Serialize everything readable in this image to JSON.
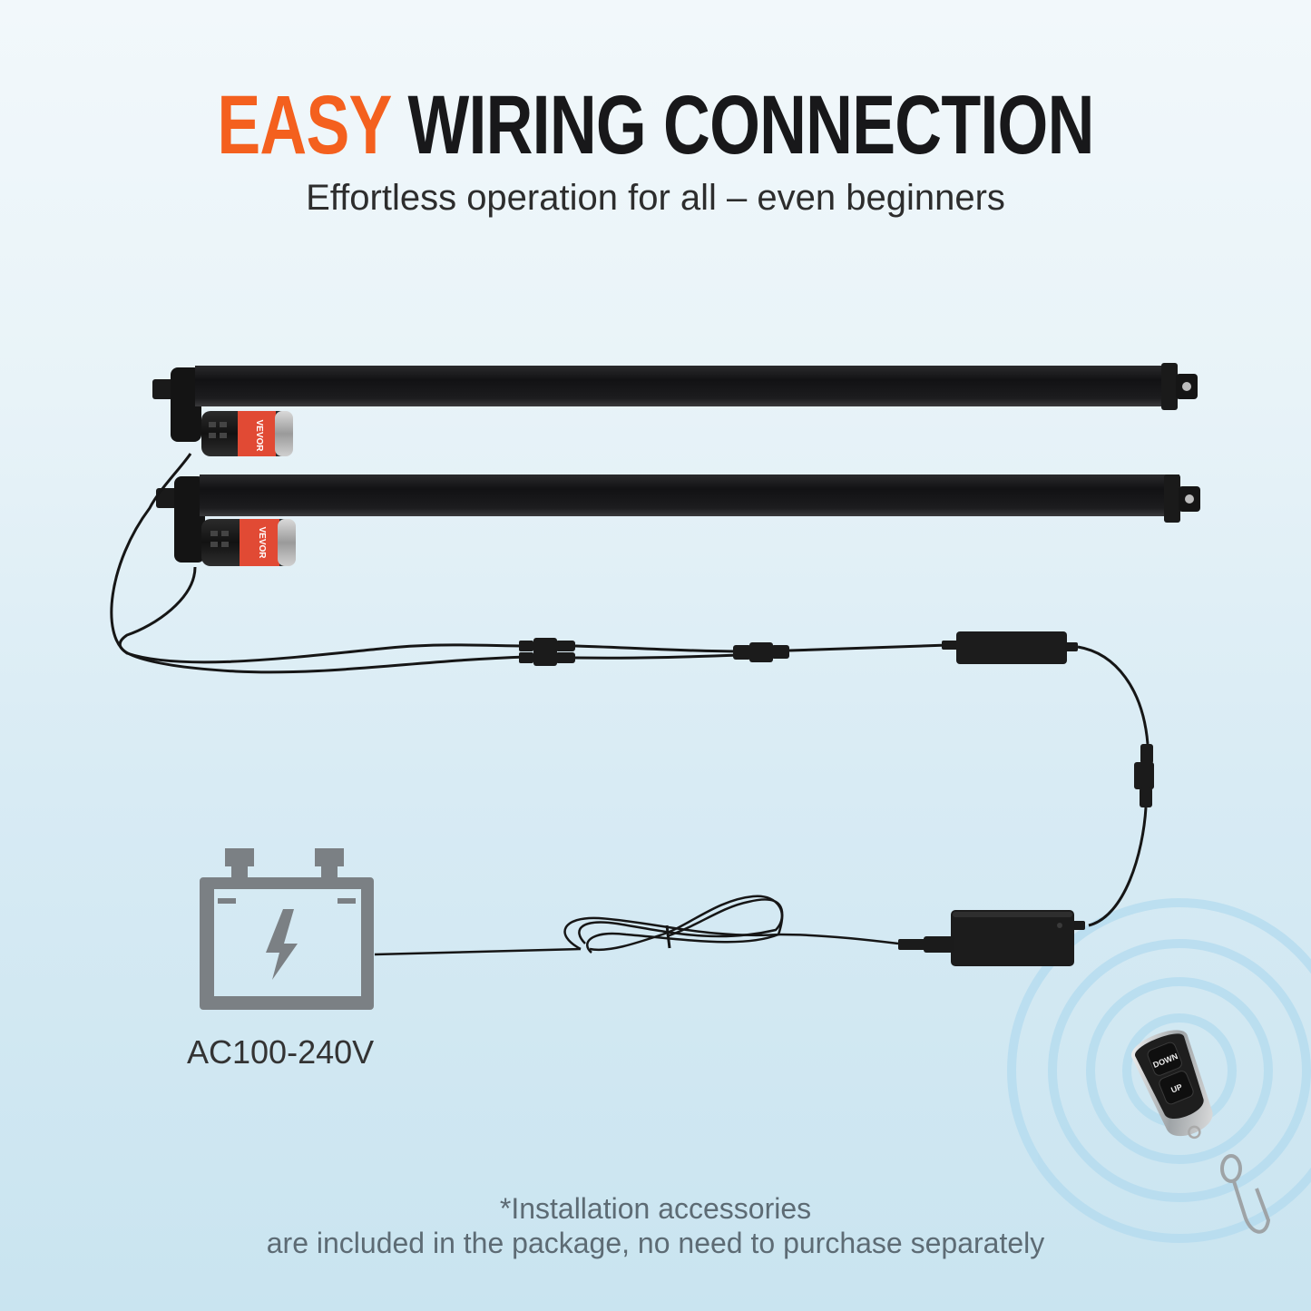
{
  "header": {
    "title_accent": "EASY",
    "title_main": "WIRING CONNECTION",
    "subtitle": "Effortless operation for all – even beginners"
  },
  "product": {
    "actuators": [
      {
        "label": "VEVOR",
        "position": "top"
      },
      {
        "label": "VEVOR",
        "position": "bottom"
      }
    ],
    "power_source": {
      "icon": "battery-icon",
      "voltage_label": "AC100-240V"
    },
    "remote": {
      "icon": "key-fob-remote-icon",
      "buttons": [
        "DOWN",
        "UP"
      ]
    },
    "components": [
      "linear-actuator",
      "y-splitter-cable",
      "control-box",
      "inline-connector",
      "power-adapter",
      "power-cord",
      "wireless-remote"
    ]
  },
  "footnote": {
    "line1": "*Installation accessories",
    "line2": "are included in the package, no need to purchase separately"
  },
  "colors": {
    "accent": "#f4601e",
    "title_dark": "#18181a",
    "icon_gray": "#7b8084",
    "background_top": "#f2f8fb",
    "background_bottom": "#c9e4f0",
    "brand_label": "#e14a34"
  }
}
